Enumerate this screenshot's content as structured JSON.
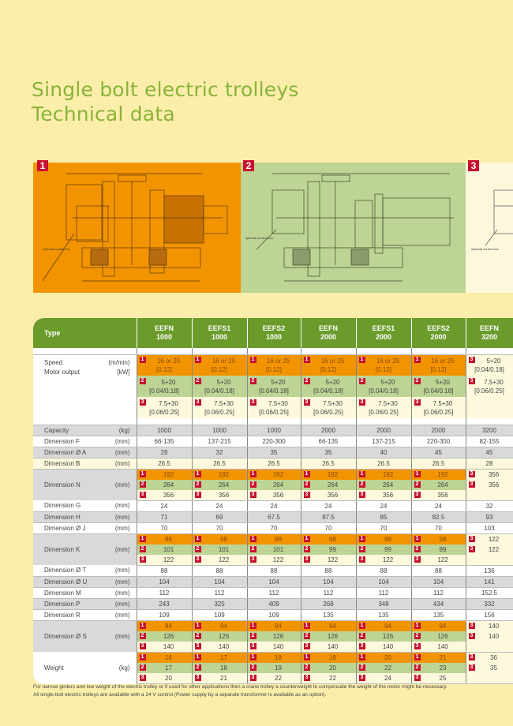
{
  "title": {
    "line1": "Single bolt electric trolleys",
    "line2": "Technical data"
  },
  "colors": {
    "accent": "#8ab23a",
    "header": "#6b9b2b",
    "variant1": "#f29400",
    "variant2": "#bdd494",
    "variant3": "#fdf9dc",
    "badge": "#c8102e"
  },
  "drawings": [
    {
      "badge": "1",
      "label": "optional control box"
    },
    {
      "badge": "2",
      "label": "optional control box"
    },
    {
      "badge": "3",
      "label": "optional control box"
    }
  ],
  "table": {
    "type_label": "Type",
    "columns": [
      [
        "EEFN",
        "1000"
      ],
      [
        "EEFS1",
        "1000"
      ],
      [
        "EEFS2",
        "1000"
      ],
      [
        "EEFN",
        "2000"
      ],
      [
        "EEFS1",
        "2000"
      ],
      [
        "EEFS2",
        "2000"
      ],
      [
        "EEFN",
        "3200"
      ]
    ],
    "speed": {
      "label1": "Speed",
      "unit1": "(m/min)",
      "label2": "Motor output",
      "unit2": "[kW]",
      "values": [
        [
          [
            "1",
            "16 or 25",
            "[0.12]"
          ],
          [
            "2",
            "5+20",
            "[0.04/0.18]"
          ],
          [
            "3",
            "7.5+30",
            "[0.06/0.25]"
          ]
        ],
        [
          [
            "1",
            "16 or 25",
            "[0.12]"
          ],
          [
            "2",
            "5+20",
            "[0.04/0.18]"
          ],
          [
            "3",
            "7.5+30",
            "[0.06/0.25]"
          ]
        ],
        [
          [
            "1",
            "16 or 25",
            "[0.12]"
          ],
          [
            "2",
            "5+20",
            "[0.04/0.18]"
          ],
          [
            "3",
            "7.5+30",
            "[0.06/0.25]"
          ]
        ],
        [
          [
            "1",
            "16 or 25",
            "[0.12]"
          ],
          [
            "2",
            "5+20",
            "[0.04/0.18]"
          ],
          [
            "3",
            "7.5+30",
            "[0.06/0.25]"
          ]
        ],
        [
          [
            "1",
            "16 or 25",
            "[0.12]"
          ],
          [
            "2",
            "5+20",
            "[0.04/0.18]"
          ],
          [
            "3",
            "7.5+30",
            "[0.06/0.25]"
          ]
        ],
        [
          [
            "1",
            "16 or 25",
            "[0.12]"
          ],
          [
            "2",
            "5+20",
            "[0.04/0.18]"
          ],
          [
            "3",
            "7.5+30",
            "[0.06/0.25]"
          ]
        ],
        [
          [
            "3",
            "5+20",
            "[0.04/0.18]"
          ],
          [
            "3",
            "7.5+30",
            "[0.06/0.25]"
          ]
        ]
      ]
    },
    "rows": [
      {
        "label": "Capacity",
        "unit": "(kg)",
        "values": [
          "1000",
          "1000",
          "1000",
          "2000",
          "2000",
          "2000",
          "3200"
        ]
      },
      {
        "label": "Dimension F",
        "unit": "(mm)",
        "values": [
          "66-135",
          "137-215",
          "220-300",
          "66-135",
          "137-215",
          "220-300",
          "82-155"
        ]
      },
      {
        "label": "Dimension Ø A",
        "unit": "(mm)",
        "values": [
          "28",
          "32",
          "35",
          "35",
          "40",
          "45",
          "45"
        ]
      },
      {
        "label": "Dimension B",
        "unit": "(mm)",
        "values": [
          "26.5",
          "26.5",
          "26.5",
          "26.5",
          "26.5",
          "26.5",
          "28"
        ]
      },
      {
        "label": "Dimension N",
        "unit": "(mm)",
        "multi": [
          [
            [
              "1",
              "192"
            ],
            [
              "2",
              "264"
            ],
            [
              "3",
              "356"
            ]
          ],
          [
            [
              "1",
              "192"
            ],
            [
              "2",
              "264"
            ],
            [
              "3",
              "356"
            ]
          ],
          [
            [
              "1",
              "192"
            ],
            [
              "2",
              "264"
            ],
            [
              "3",
              "356"
            ]
          ],
          [
            [
              "1",
              "192"
            ],
            [
              "2",
              "264"
            ],
            [
              "3",
              "356"
            ]
          ],
          [
            [
              "1",
              "192"
            ],
            [
              "2",
              "264"
            ],
            [
              "3",
              "356"
            ]
          ],
          [
            [
              "1",
              "192"
            ],
            [
              "2",
              "264"
            ],
            [
              "3",
              "356"
            ]
          ],
          [
            [
              "3",
              "356"
            ],
            [
              "3",
              "356"
            ]
          ]
        ]
      },
      {
        "label": "Dimension G",
        "unit": "(mm)",
        "values": [
          "24",
          "24",
          "24",
          "24",
          "24",
          "24",
          "32"
        ]
      },
      {
        "label": "Dimension H",
        "unit": "(mm)",
        "values": [
          "71",
          "69",
          "67.5",
          "87.5",
          "85",
          "82.5",
          "93"
        ]
      },
      {
        "label": "Dimension Ø J",
        "unit": "(mm)",
        "values": [
          "70",
          "70",
          "70",
          "70",
          "70",
          "70",
          "103"
        ]
      },
      {
        "label": "Dimension K",
        "unit": "(mm)",
        "multi": [
          [
            [
              "1",
              "98"
            ],
            [
              "2",
              "101"
            ],
            [
              "3",
              "122"
            ]
          ],
          [
            [
              "1",
              "98"
            ],
            [
              "2",
              "101"
            ],
            [
              "3",
              "122"
            ]
          ],
          [
            [
              "1",
              "98"
            ],
            [
              "2",
              "101"
            ],
            [
              "3",
              "122"
            ]
          ],
          [
            [
              "1",
              "98"
            ],
            [
              "2",
              "99"
            ],
            [
              "3",
              "122"
            ]
          ],
          [
            [
              "1",
              "98"
            ],
            [
              "2",
              "99"
            ],
            [
              "3",
              "122"
            ]
          ],
          [
            [
              "1",
              "98"
            ],
            [
              "2",
              "99"
            ],
            [
              "3",
              "122"
            ]
          ],
          [
            [
              "3",
              "122"
            ],
            [
              "3",
              "122"
            ]
          ]
        ]
      },
      {
        "label": "Dimension Ø T",
        "unit": "(mm)",
        "values": [
          "88",
          "88",
          "88",
          "88",
          "88",
          "88",
          "136"
        ]
      },
      {
        "label": "Dimension Ø U",
        "unit": "(mm)",
        "values": [
          "104",
          "104",
          "104",
          "104",
          "104",
          "104",
          "141"
        ]
      },
      {
        "label": "Dimension M",
        "unit": "(mm)",
        "values": [
          "112",
          "112",
          "112",
          "112",
          "112",
          "112",
          "152.5"
        ]
      },
      {
        "label": "Dimension P",
        "unit": "(mm)",
        "values": [
          "243",
          "325",
          "409",
          "268",
          "348",
          "434",
          "332"
        ]
      },
      {
        "label": "Dimension R",
        "unit": "(mm)",
        "values": [
          "109",
          "109",
          "109",
          "135",
          "135",
          "135",
          "156"
        ]
      },
      {
        "label": "Dimension Ø S",
        "unit": "(mm)",
        "multi": [
          [
            [
              "1",
              "94"
            ],
            [
              "2",
              "126"
            ],
            [
              "3",
              "140"
            ]
          ],
          [
            [
              "1",
              "94"
            ],
            [
              "2",
              "126"
            ],
            [
              "3",
              "140"
            ]
          ],
          [
            [
              "1",
              "94"
            ],
            [
              "2",
              "126"
            ],
            [
              "3",
              "140"
            ]
          ],
          [
            [
              "1",
              "94"
            ],
            [
              "2",
              "126"
            ],
            [
              "3",
              "140"
            ]
          ],
          [
            [
              "1",
              "94"
            ],
            [
              "2",
              "126"
            ],
            [
              "3",
              "140"
            ]
          ],
          [
            [
              "1",
              "94"
            ],
            [
              "2",
              "126"
            ],
            [
              "3",
              "140"
            ]
          ],
          [
            [
              "3",
              "140"
            ],
            [
              "3",
              "140"
            ]
          ]
        ]
      },
      {
        "label": "Weight",
        "unit": "(kg)",
        "multi": [
          [
            [
              "1",
              "16"
            ],
            [
              "2",
              "17"
            ],
            [
              "3",
              "20"
            ]
          ],
          [
            [
              "1",
              "17"
            ],
            [
              "2",
              "18"
            ],
            [
              "3",
              "21"
            ]
          ],
          [
            [
              "1",
              "18"
            ],
            [
              "2",
              "19"
            ],
            [
              "3",
              "22"
            ]
          ],
          [
            [
              "1",
              "18"
            ],
            [
              "2",
              "20"
            ],
            [
              "3",
              "22"
            ]
          ],
          [
            [
              "1",
              "20"
            ],
            [
              "2",
              "22"
            ],
            [
              "3",
              "24"
            ]
          ],
          [
            [
              "1",
              "21"
            ],
            [
              "2",
              "23"
            ],
            [
              "3",
              "25"
            ]
          ],
          [
            [
              "3",
              "36"
            ],
            [
              "3",
              "35"
            ]
          ]
        ]
      }
    ]
  },
  "footnote": {
    "line1": "For narrow girders and low weight of the electric trolley or if used for other applications then a crane trolley a counterweight to compensate the weight of the motor might be necessary.",
    "line2": "All single bolt electric trolleys are available with a 24 V control (Power supply by a separate transformer is available as an option)."
  }
}
